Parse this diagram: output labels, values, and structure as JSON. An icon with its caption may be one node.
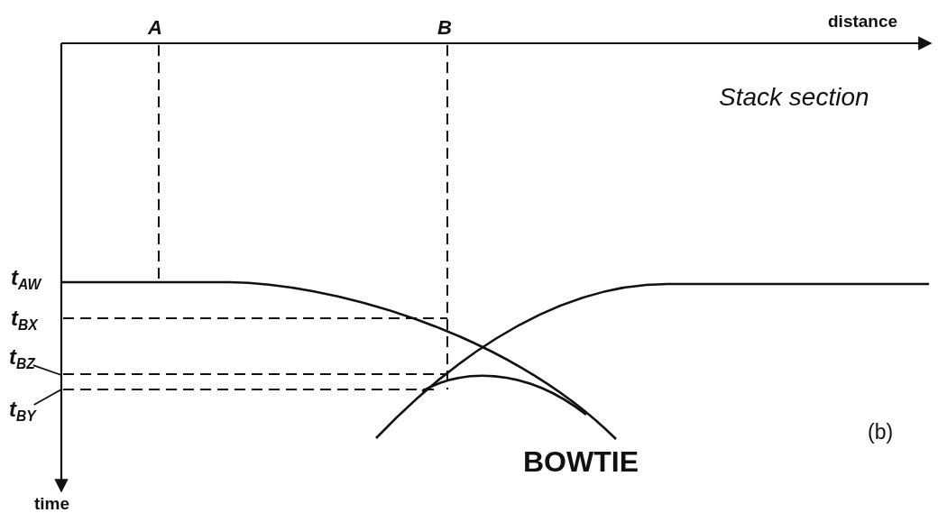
{
  "diagram": {
    "nodes": [
      {
        "text": [
          "t$_{BZ}$"
        ]
      },
      {
        "text": [
          "t$_{BY}$"
        ]
      }
    ],
    "edges": [
      {
        "from": 0,
        "to": null,
        "arrow": "none"
      },
      {
        "from": 1,
        "to": null,
        "arrow": "none"
      }
    ],
    "labels": [
      "A",
      "B",
      "distance",
      "Stack section",
      "t$_{AW}$",
      "t$_{BX}$",
      "(b)",
      "time",
      "BOWTIE"
    ]
  }
}
